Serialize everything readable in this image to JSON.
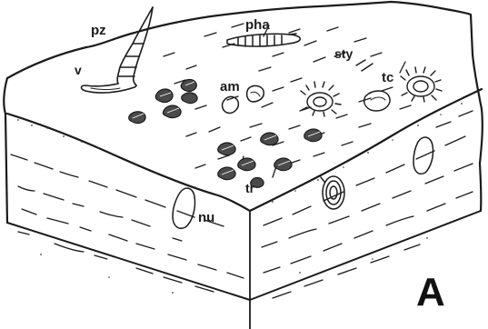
{
  "figure": {
    "panel_letter": "A",
    "labels": {
      "pz": "pz",
      "v": "v",
      "pha": "pha",
      "sty": "sty",
      "am": "am",
      "tc": "tc",
      "tr": "tr",
      "nu": "nu"
    }
  }
}
